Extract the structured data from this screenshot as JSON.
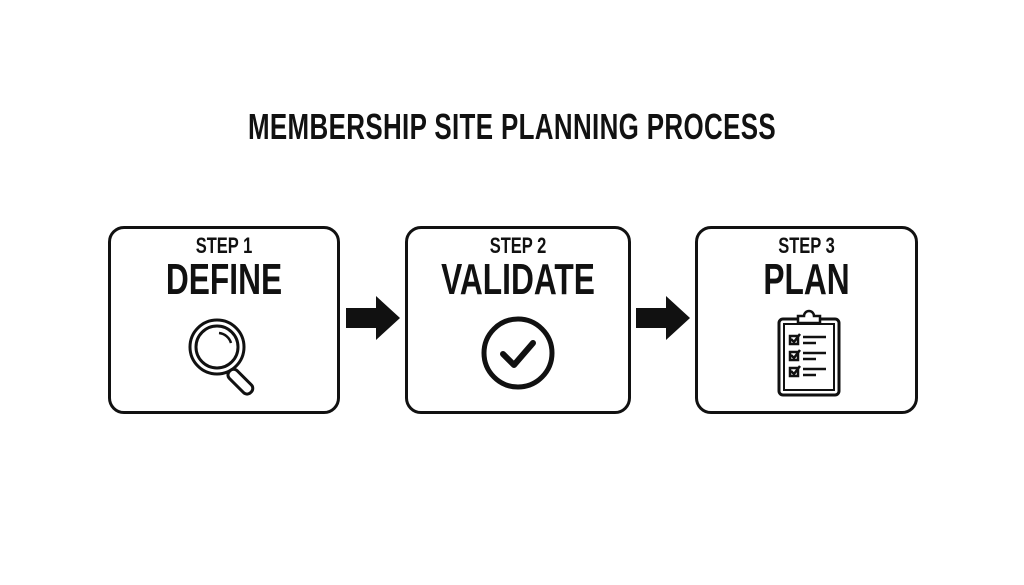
{
  "title": "MEMBERSHIP SITE PLANNING PROCESS",
  "steps": [
    {
      "step": "STEP 1",
      "name": "DEFINE",
      "icon": "magnifying-glass-icon"
    },
    {
      "step": "STEP 2",
      "name": "VALIDATE",
      "icon": "check-circle-icon"
    },
    {
      "step": "STEP 3",
      "name": "PLAN",
      "icon": "clipboard-checklist-icon"
    }
  ]
}
